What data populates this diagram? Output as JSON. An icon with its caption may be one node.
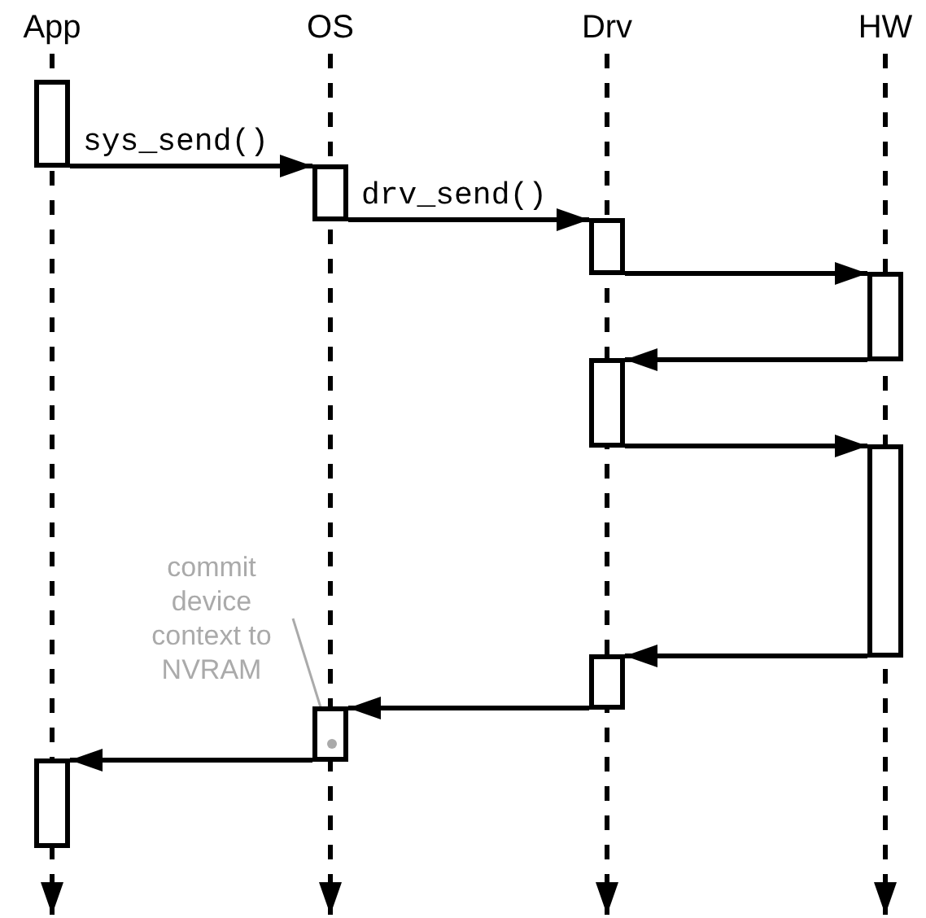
{
  "diagram": {
    "nodes": [
      {
        "text": [
          "App"
        ]
      },
      {
        "text": [
          "OS"
        ]
      },
      {
        "text": [
          "Drv"
        ]
      },
      {
        "text": [
          "HW"
        ]
      },
      {
        "text": [],
        "shape": "box"
      },
      {
        "text": [],
        "shape": "box"
      },
      {
        "text": [],
        "shape": "box"
      },
      {
        "text": [],
        "shape": "box"
      },
      {
        "text": [],
        "shape": "box"
      },
      {
        "text": [],
        "shape": "box"
      },
      {
        "text": [],
        "shape": "box"
      },
      {
        "text": [],
        "shape": "box"
      },
      {
        "text": [],
        "shape": "box"
      },
      {
        "text": [
          "commit device context to NVRAM"
        ]
      },
      {
        "text": [],
        "shape": "circle",
        "in": 11
      }
    ],
    "edges": [
      {
        "from": 0,
        "to": null,
        "arrow": "to",
        "style": "dashed"
      },
      {
        "from": 1,
        "to": null,
        "arrow": "to",
        "style": "dashed"
      },
      {
        "from": 2,
        "to": null,
        "arrow": "to",
        "style": "dashed"
      },
      {
        "from": 3,
        "to": null,
        "arrow": "to",
        "style": "dashed"
      },
      {
        "from": 4,
        "to": 5,
        "arrow": "to",
        "label": "sys_send()"
      },
      {
        "from": 5,
        "to": 6,
        "arrow": "to",
        "label": "drv_send()"
      },
      {
        "from": 6,
        "to": 7,
        "arrow": "to"
      },
      {
        "from": 7,
        "to": 8,
        "arrow": "to"
      },
      {
        "from": 8,
        "to": 9,
        "arrow": "to"
      },
      {
        "from": 9,
        "to": 10,
        "arrow": "to"
      },
      {
        "from": 10,
        "to": 11,
        "arrow": "to"
      },
      {
        "from": 11,
        "to": 12,
        "arrow": "to"
      },
      {
        "from": 13,
        "to": 14,
        "arrow": "none",
        "color": "#aaaaaa"
      }
    ]
  }
}
